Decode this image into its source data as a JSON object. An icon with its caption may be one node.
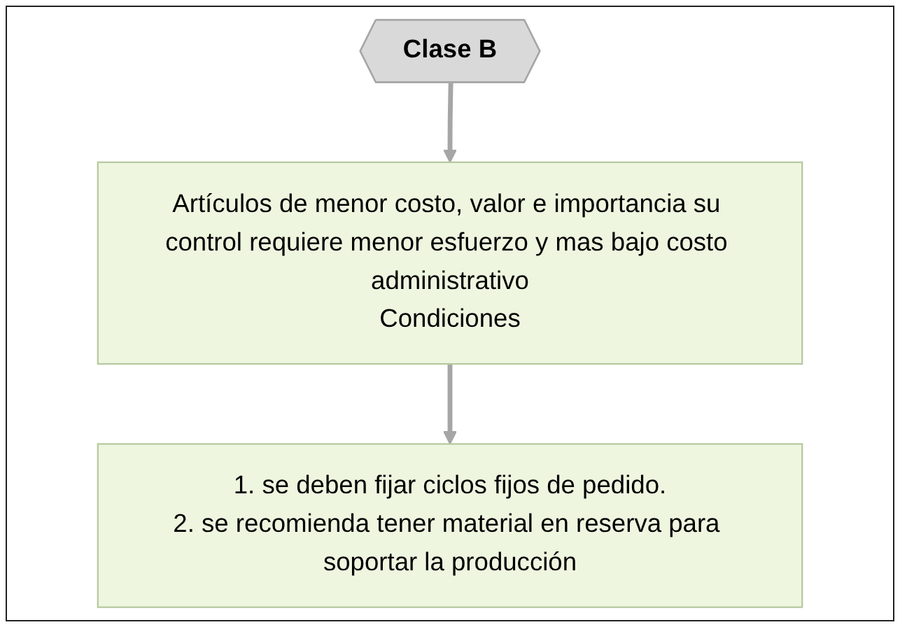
{
  "diagram": {
    "nodes": [
      {
        "text": [
          "Clase B"
        ]
      },
      {
        "text": [
          "Artículos de menor costo, valor e importancia su control requiere menor esfuerzo y mas bajo costo administrativo",
          "Condiciones"
        ]
      },
      {
        "text": [
          "1. se deben fijar ciclos fijos de pedido.",
          "2. se recomienda tener material en reserva para soportar la producción"
        ]
      }
    ],
    "edges": [
      {
        "from": 0,
        "to": 1,
        "arrow": "to"
      },
      {
        "from": 1,
        "to": 2,
        "arrow": "to"
      }
    ]
  }
}
